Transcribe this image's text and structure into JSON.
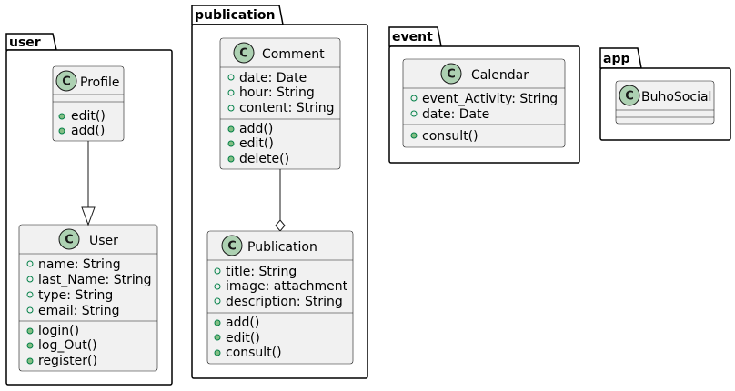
{
  "packages": [
    {
      "id": "user",
      "name": "user"
    },
    {
      "id": "publication",
      "name": "publication"
    },
    {
      "id": "event",
      "name": "event"
    },
    {
      "id": "app",
      "name": "app"
    }
  ],
  "classes": {
    "profile": {
      "stereotype": "C",
      "name": "Profile",
      "attributes": [],
      "methods": [
        "edit()",
        "add()"
      ]
    },
    "user": {
      "stereotype": "C",
      "name": "User",
      "attributes": [
        "name: String",
        "last_Name: String",
        "type: String",
        "email: String"
      ],
      "methods": [
        "login()",
        "log_Out()",
        "register()"
      ]
    },
    "comment": {
      "stereotype": "C",
      "name": "Comment",
      "attributes": [
        "date: Date",
        "hour: String",
        "content: String"
      ],
      "methods": [
        "add()",
        "edit()",
        "delete()"
      ]
    },
    "publication": {
      "stereotype": "C",
      "name": "Publication",
      "attributes": [
        "title: String",
        "image: attachment",
        "description: String"
      ],
      "methods": [
        "add()",
        "edit()",
        "consult()"
      ]
    },
    "calendar": {
      "stereotype": "C",
      "name": "Calendar",
      "attributes": [
        "event_Activity: String",
        "date: Date"
      ],
      "methods": [
        "consult()"
      ]
    },
    "buhosocial": {
      "stereotype": "C",
      "name": "BuhoSocial",
      "attributes": [],
      "methods": []
    }
  },
  "relations": [
    {
      "from": "profile",
      "to": "user",
      "type": "generalization"
    },
    {
      "from": "comment",
      "to": "publication",
      "type": "aggregation"
    }
  ],
  "colors": {
    "class_fill": "#f1f1f1",
    "stereotype_circle": "#add1b2",
    "public_marker": "#84be84",
    "border": "#181818"
  }
}
